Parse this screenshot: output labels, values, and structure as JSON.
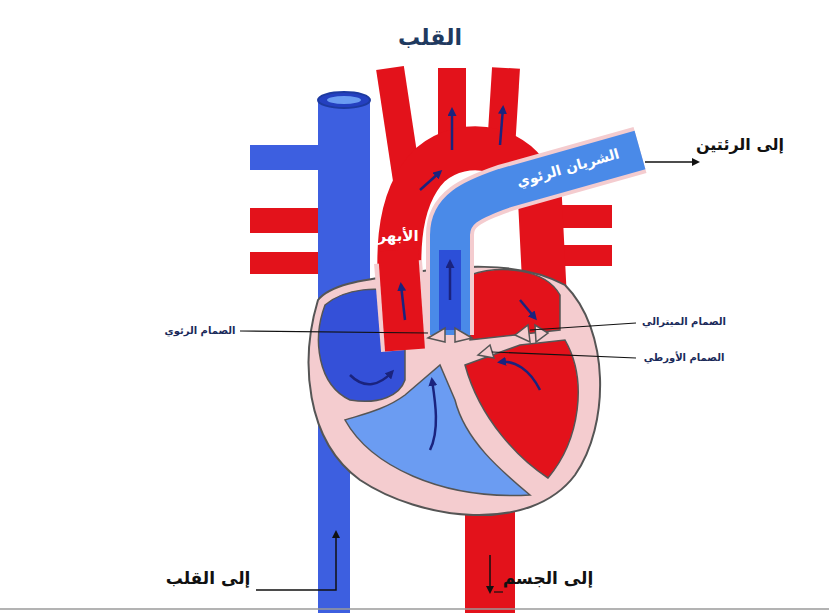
{
  "diagram": {
    "title": "القلب",
    "labels": [
      "إلى الرئتين",
      "الشريان الرئوي",
      "الأبهر",
      "الصمام الرئوي",
      "الصمام الميترالي",
      "الصمام الأورطي",
      "إلى القلب",
      "إلى الجسم"
    ]
  }
}
